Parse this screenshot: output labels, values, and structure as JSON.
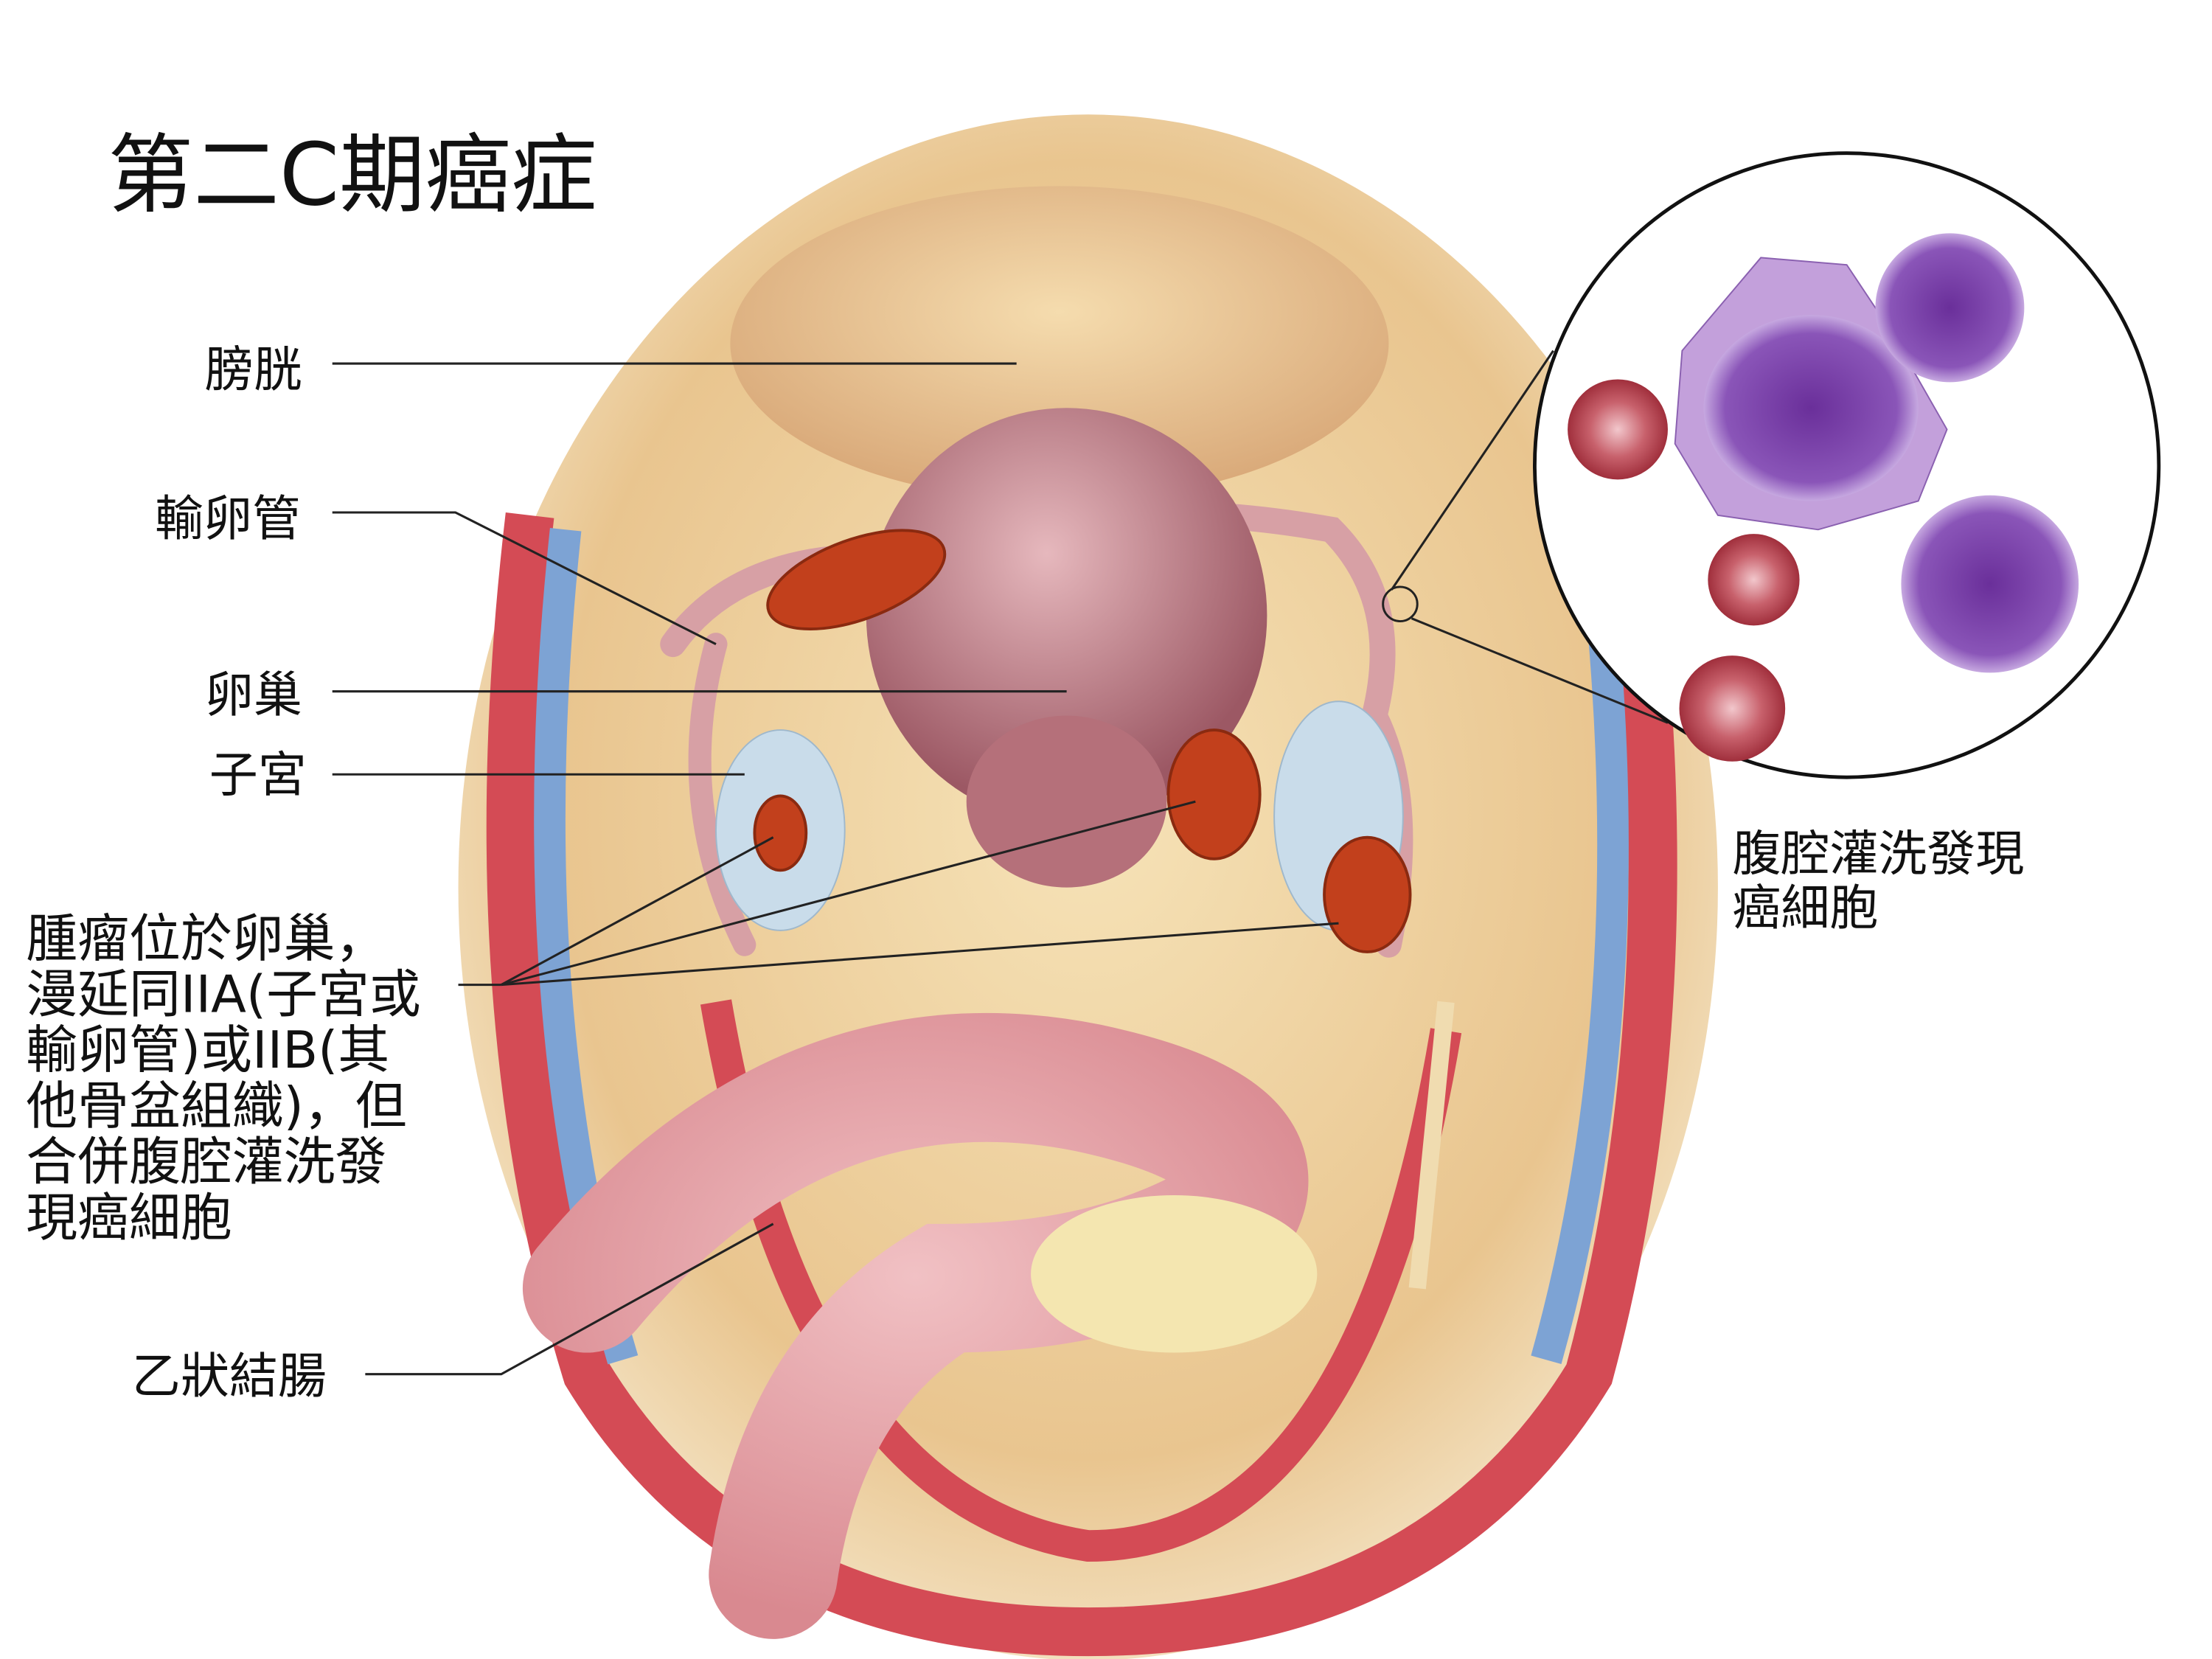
{
  "title": "第二C期癌症",
  "labels": {
    "bladder": "膀胱",
    "fallopian_tube": "輸卵管",
    "ovary": "卵巢",
    "uterus": "子宮",
    "sigmoid_colon": "乙狀結腸"
  },
  "description_lines": [
    "腫瘤位於卵巢，",
    "漫延同IIA(子宮或",
    "輸卵管)或IIB(其",
    "他骨盆組織)，但",
    "合併腹腔灌洗發",
    "現癌細胞"
  ],
  "inset_label_lines": [
    "腹腔灌洗發現",
    "癌細胞"
  ],
  "colors": {
    "tissue": "#e9c58f",
    "uterus": "#b5707a",
    "tumor": "#c2401c",
    "vessel_red": "#d44b55",
    "vessel_blue": "#7da3d4",
    "cell_purple": "#7a3fa8"
  }
}
